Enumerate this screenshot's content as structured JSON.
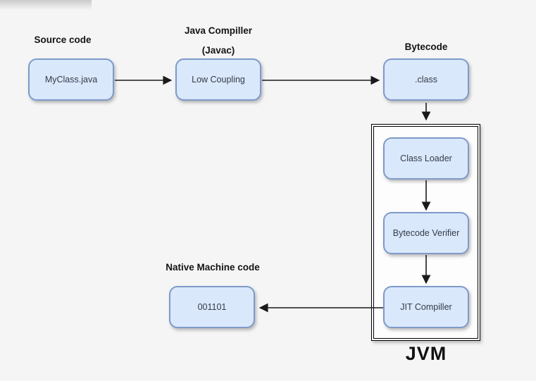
{
  "diagram": {
    "title": "JVM",
    "colors": {
      "background": "#f5f5f6",
      "node_fill": "#dae8fc",
      "node_border": "#7e9ac8",
      "frame_border": "#000000",
      "arrow": "#1a1a1a"
    },
    "headings": {
      "source_code": "Source code",
      "java_compiler_line1": "Java Compiller",
      "java_compiler_line2": "(Javac)",
      "bytecode": "Bytecode",
      "native_machine_code": "Native Machine code"
    },
    "nodes": {
      "myclass": "MyClass.java",
      "low_coupling": "Low Coupling",
      "class_file": ".class",
      "class_loader": "Class Loader",
      "bytecode_verifier": "Bytecode Verifier",
      "jit_compiler": "JIT Compiller",
      "native_code": "001101"
    },
    "edges": [
      "source-to-compiler",
      "compiler-to-bytecode",
      "bytecode-to-jvm",
      "classloader-to-verifier",
      "verifier-to-jit",
      "jit-to-native"
    ]
  }
}
